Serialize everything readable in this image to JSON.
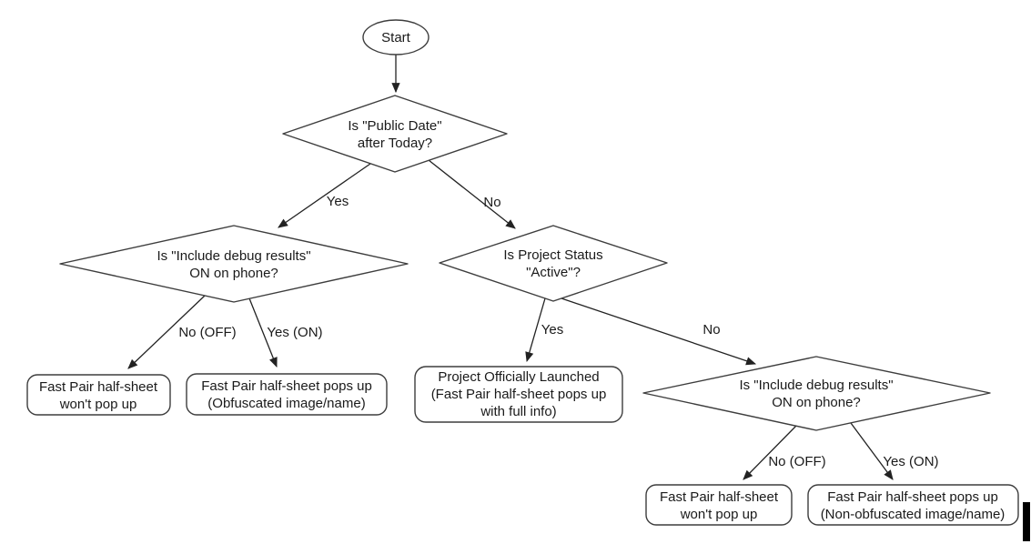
{
  "colors": {
    "background": "#ffffff",
    "shape_stroke": "#3d3d3d",
    "arrow": "#222222",
    "text": "#1a1a1a",
    "cursor_bar": "#000000"
  },
  "diagram_type": "flowchart",
  "nodes": {
    "start": {
      "label": "Start"
    },
    "decision_public_date": {
      "lines": [
        "Is \"Public Date\"",
        "after Today?"
      ]
    },
    "decision_debug_left": {
      "lines": [
        "Is \"Include debug results\"",
        "ON on phone?"
      ]
    },
    "decision_project_status": {
      "lines": [
        "Is Project Status",
        "\"Active\"?"
      ]
    },
    "decision_debug_right": {
      "lines": [
        "Is \"Include debug results\"",
        "ON on phone?"
      ]
    },
    "result_no_popup_left": {
      "lines": [
        "Fast Pair half-sheet",
        "won't pop up"
      ]
    },
    "result_obfuscated": {
      "lines": [
        "Fast Pair half-sheet pops up",
        "(Obfuscated image/name)"
      ]
    },
    "result_launched": {
      "lines": [
        "Project Officially Launched",
        "(Fast Pair half-sheet pops up",
        "with full info)"
      ]
    },
    "result_no_popup_right": {
      "lines": [
        "Fast Pair half-sheet",
        "won't pop up"
      ]
    },
    "result_non_obfuscated": {
      "lines": [
        "Fast Pair half-sheet pops up",
        "(Non-obfuscated image/name)"
      ]
    }
  },
  "edges": {
    "start_to_public_date": {
      "label": ""
    },
    "public_date_yes": {
      "label": "Yes"
    },
    "public_date_no": {
      "label": "No"
    },
    "debug_left_no": {
      "label": "No (OFF)"
    },
    "debug_left_yes": {
      "label": "Yes (ON)"
    },
    "project_status_yes": {
      "label": "Yes"
    },
    "project_status_no": {
      "label": "No"
    },
    "debug_right_no": {
      "label": "No (OFF)"
    },
    "debug_right_yes": {
      "label": "Yes (ON)"
    }
  }
}
